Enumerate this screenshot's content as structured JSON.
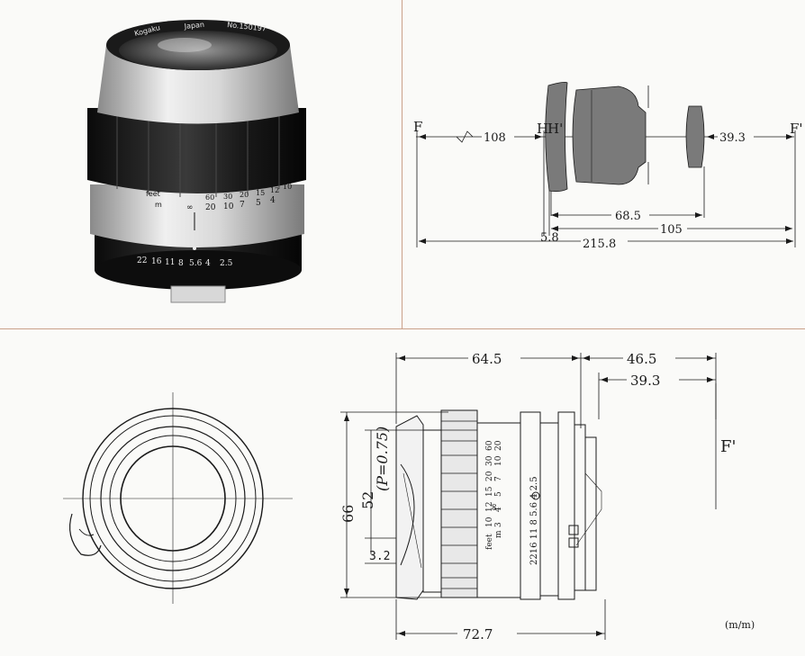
{
  "photo": {
    "engraving_maker": "Kogaku",
    "engraving_country": "Japan",
    "engraving_serial": "No.150197",
    "feet_label": "feet",
    "m_label": "m",
    "feet_scale": [
      "60",
      "30",
      "20",
      "15",
      "12",
      "10"
    ],
    "m_scale": [
      "∞",
      "20",
      "10",
      "7",
      "5",
      "4"
    ],
    "aperture_scale": [
      "22",
      "16",
      "11",
      "8",
      "5.6",
      "4",
      "2.5"
    ]
  },
  "optics": {
    "focal_point_front": "F",
    "focal_point_rear": "F'",
    "principal_h": "H",
    "principal_h_prime": "H'",
    "dim_front_focus": "108",
    "dim_back_focus": "39.3",
    "dim_lens_group": "68.5",
    "dim_h_to_rear": "105",
    "dim_h_separation": "5.8",
    "dim_total": "215.8"
  },
  "drawing": {
    "dim_length_to_mount": "64.5",
    "dim_rear_extension": "46.5",
    "dim_flange_focal": "39.3",
    "dim_diameter": "66",
    "dim_filter": "52",
    "dim_thread_pitch": "(P=0.75)",
    "dim_front_recess": "3.2",
    "dim_total_length": "72.7",
    "focal_plane_label": "F'",
    "unit_label": "(m/m)",
    "feet_scale": [
      "60",
      "30",
      "20",
      "15",
      "12",
      "10"
    ],
    "m_scale": [
      "20",
      "10",
      "7",
      "5",
      "4",
      "3"
    ],
    "aperture_scale": "2216 11  8 5.6 4 2.5",
    "feet_label": "feet",
    "m_label": "m",
    "infinity_mark": "∞"
  }
}
